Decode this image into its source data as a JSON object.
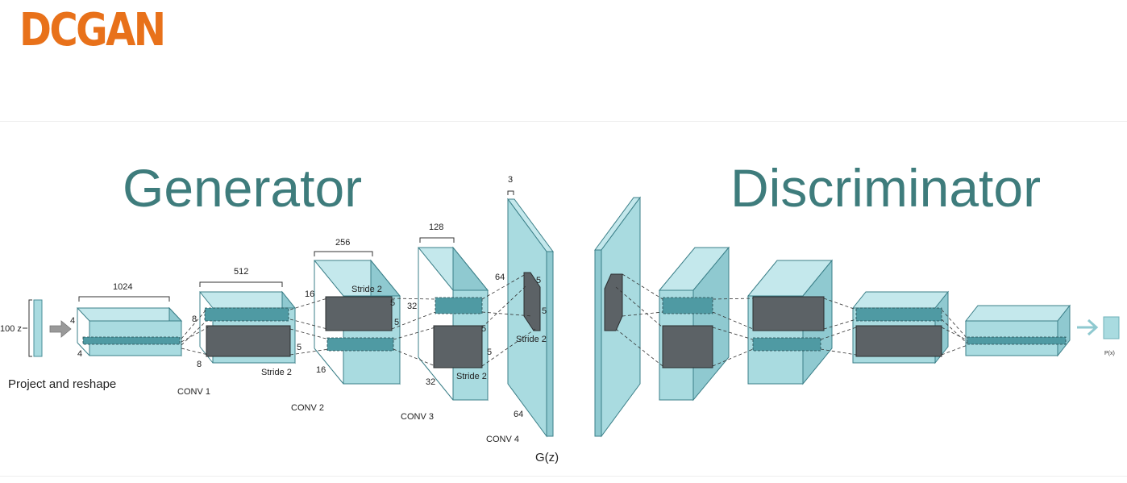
{
  "title": "DCGAN",
  "headings": {
    "generator": "Generator",
    "discriminator": "Discriminator"
  },
  "labels": {
    "z_input": "100 z",
    "project_reshape": "Project and reshape",
    "g_1024": "1024",
    "g_4a": "4",
    "g_4b": "4",
    "g_512": "512",
    "g_8a": "8",
    "g_8b": "8",
    "conv1_5": "5",
    "conv1_stride": "Stride 2",
    "conv1": "CONV 1",
    "g_256": "256",
    "g_16a": "16",
    "g_16b": "16",
    "conv2_5a": "5",
    "conv2_5b": "5",
    "conv2_stride": "Stride 2",
    "conv2": "CONV 2",
    "g_128": "128",
    "g_32a": "32",
    "g_32b": "32",
    "conv3_5a": "5",
    "conv3_5b": "5",
    "conv3_stride": "Stride 2",
    "conv3": "CONV 3",
    "g_3": "3",
    "g_64a": "64",
    "g_64b": "64",
    "conv4_5a": "5",
    "conv4_5b": "5",
    "conv4_stride": "Stride 2",
    "conv4": "CONV 4",
    "gz": "G(z)",
    "output_px": "P(x)"
  },
  "colors": {
    "title": "#e8711a",
    "heading": "#3e7c7c",
    "block_front": "#a9dbe0",
    "block_top": "#c4e8ec",
    "block_side": "#8fc9d0",
    "kernel_dark": "#5c6266",
    "kernel_light": "#4f9aa3"
  }
}
